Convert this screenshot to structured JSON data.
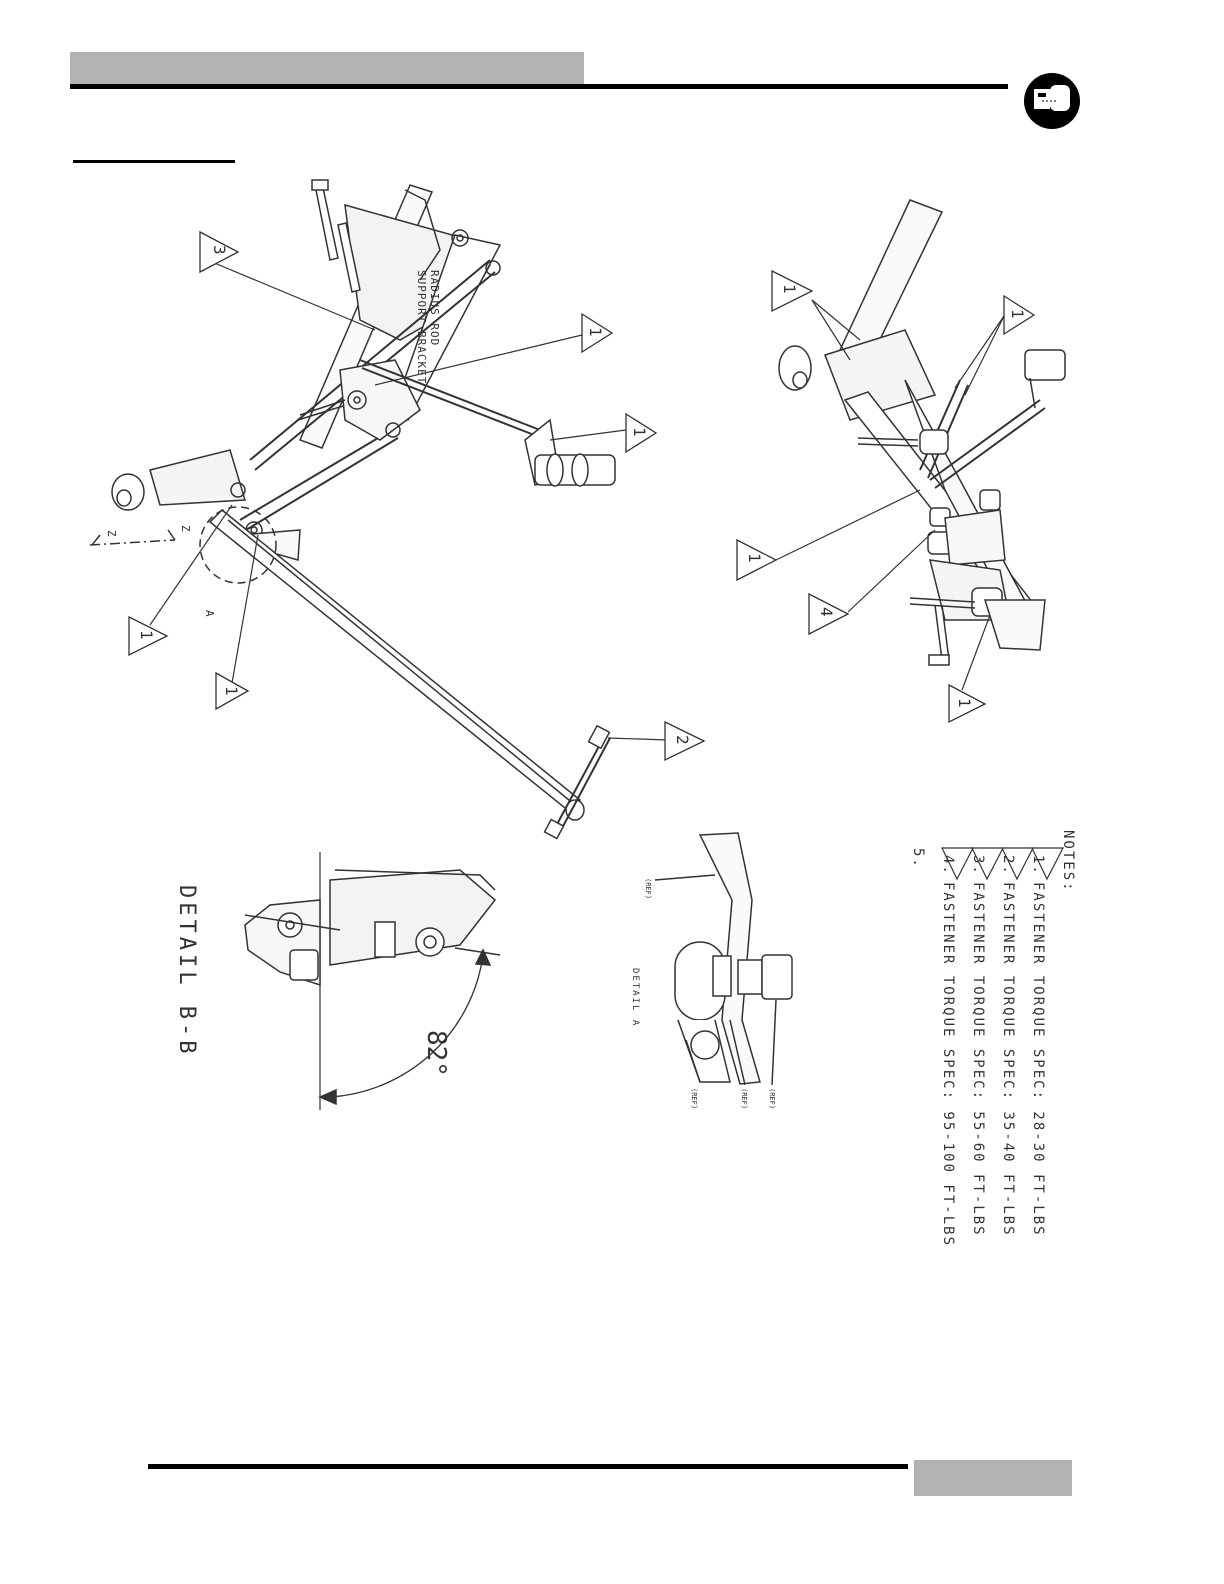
{
  "callouts": {
    "c3": "3",
    "c1_a": "1",
    "c1_b": "1",
    "c1_c": "1",
    "c1_d": "1",
    "c2": "2",
    "r1_a": "1",
    "r1_b": "1",
    "r1_c": "1",
    "r4": "4",
    "r1_d": "1"
  },
  "labels": {
    "radius_rod_line1": "RADIUS ROD",
    "radius_rod_line2": "SUPPORT BRACKET",
    "section_z1": "Z",
    "section_z2": "Z",
    "detail_a_marker": "A",
    "detail_bb_title": "DETAIL B-B",
    "angle": "82°",
    "detail_a_title": "DETAIL A",
    "ref1": "(REF)",
    "ref2": "(REF)",
    "ref3": "(REF)",
    "ref4": "(REF)"
  },
  "notes": {
    "heading": "NOTES:",
    "items": [
      {
        "num": "1.",
        "text": "FASTENER TORQUE SPEC: 28-30 FT-LBS"
      },
      {
        "num": "2.",
        "text": "FASTENER TORQUE SPEC: 35-40 FT-LBS"
      },
      {
        "num": "3.",
        "text": "FASTENER TORQUE SPEC: 55-60 FT-LBS"
      },
      {
        "num": "4.",
        "text": "FASTENER TORQUE SPEC: 95-100 FT-LBS"
      },
      {
        "num": "5.",
        "text": ""
      }
    ]
  }
}
